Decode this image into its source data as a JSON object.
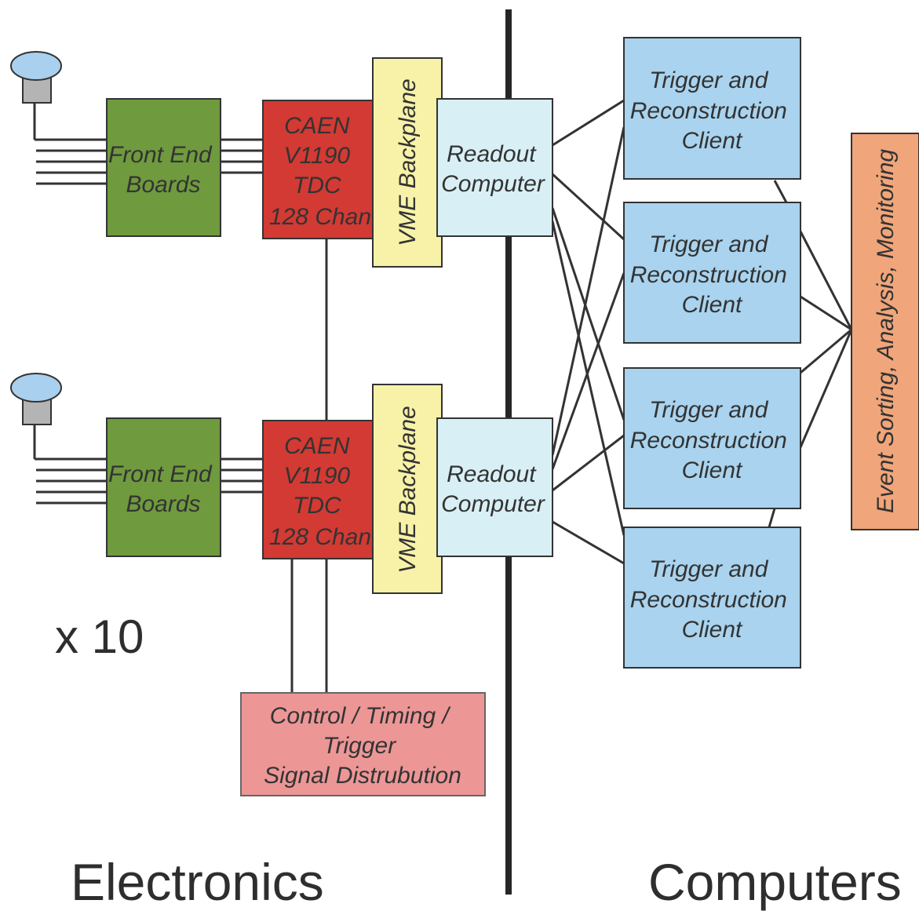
{
  "detector_chains": [
    {
      "front_end": [
        "Front End",
        "Boards"
      ],
      "tdc": [
        "CAEN",
        "V1190",
        "TDC",
        "128 Chan"
      ],
      "backplane": "VME Backplane",
      "readout": [
        "Readout",
        "Computer"
      ]
    },
    {
      "front_end": [
        "Front End",
        "Boards"
      ],
      "tdc": [
        "CAEN",
        "V1190",
        "TDC",
        "128 Chan"
      ],
      "backplane": "VME Backplane",
      "readout": [
        "Readout",
        "Computer"
      ]
    }
  ],
  "multiplier": "x 10",
  "signal_distribution": [
    "Control / Timing /",
    "Trigger",
    "Signal Distrubution"
  ],
  "clients": [
    [
      "Trigger and",
      "Reconstruction",
      "Client"
    ],
    [
      "Trigger and",
      "Reconstruction",
      "Client"
    ],
    [
      "Trigger and",
      "Reconstruction",
      "Client"
    ],
    [
      "Trigger and",
      "Reconstruction",
      "Client"
    ]
  ],
  "event_box": "Event Sorting, Analysis, Monitoring",
  "section_labels": {
    "left": "Electronics",
    "right": "Computers"
  },
  "colors": {
    "front_end": "#6f9a3e",
    "tdc": "#d23a33",
    "backplane": "#f7f2a8",
    "readout": "#d8eff5",
    "client": "#a9d3ee",
    "signal": "#ec9696",
    "event": "#f0a57a",
    "antenna": "#a9d0ee",
    "line": "#2e2e2e"
  }
}
